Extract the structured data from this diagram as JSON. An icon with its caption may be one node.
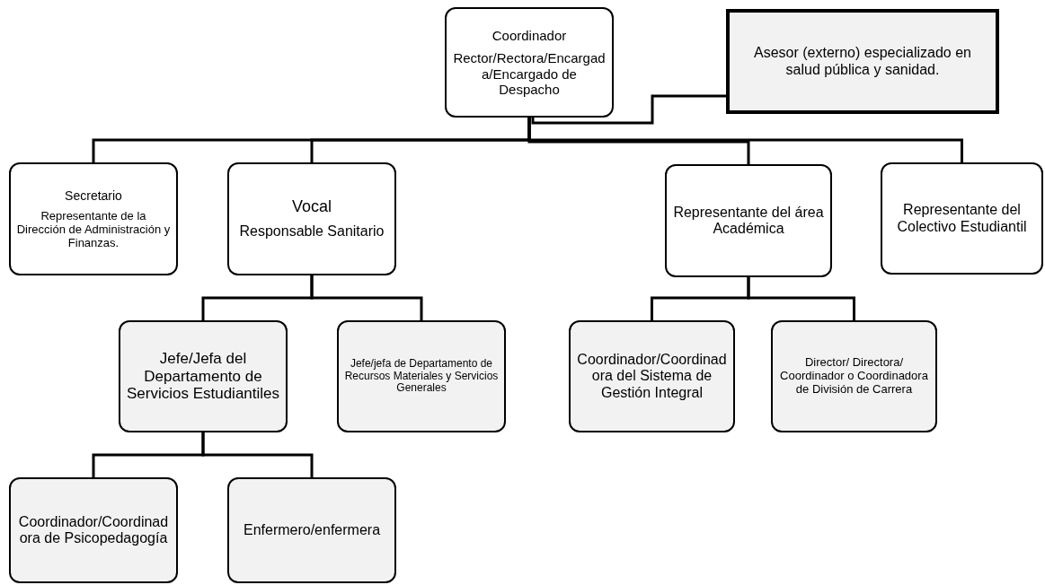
{
  "diagram": {
    "nodes": [
      {
        "text": [
          "Coordinador",
          "Rector/Rectora/Encargada/Encargado de Despacho"
        ]
      },
      {
        "text": [
          "Asesor (externo) especializado en salud pública y sanidad."
        ]
      },
      {
        "text": [
          "Secretario",
          "Representante de la Dirección de Administración y Finanzas."
        ]
      },
      {
        "text": [
          "Vocal",
          "Responsable Sanitario"
        ]
      },
      {
        "text": [
          "Representante del área Académica"
        ]
      },
      {
        "text": [
          "Representante del Colectivo Estudiantil"
        ]
      },
      {
        "text": [
          "Jefe/Jefa del Departamento de Servicios Estudiantiles"
        ]
      },
      {
        "text": [
          "Jefe/jefa de Departamento de Recursos Materiales y Servicios Generales"
        ]
      },
      {
        "text": [
          "Coordinador/Coordinadora del Sistema de Gestión Integral"
        ]
      },
      {
        "text": [
          "Director/ Directora/ Coordinador o Coordinadora de División de Carrera"
        ]
      },
      {
        "text": [
          "Coordinador/Coordinadora de Psicopedagogía"
        ]
      },
      {
        "text": [
          "Enfermero/enfermera"
        ]
      }
    ],
    "edges": [
      {
        "from": 1,
        "to": 0,
        "arrow": "none"
      },
      {
        "from": 0,
        "to": 2,
        "arrow": "none"
      },
      {
        "from": 0,
        "to": 3,
        "arrow": "none"
      },
      {
        "from": 0,
        "to": 4,
        "arrow": "none"
      },
      {
        "from": 0,
        "to": 5,
        "arrow": "none"
      },
      {
        "from": 3,
        "to": 6,
        "arrow": "none"
      },
      {
        "from": 3,
        "to": 7,
        "arrow": "none"
      },
      {
        "from": 4,
        "to": 8,
        "arrow": "none"
      },
      {
        "from": 4,
        "to": 9,
        "arrow": "none"
      },
      {
        "from": 6,
        "to": 10,
        "arrow": "none"
      },
      {
        "from": 6,
        "to": 11,
        "arrow": "none"
      }
    ]
  }
}
